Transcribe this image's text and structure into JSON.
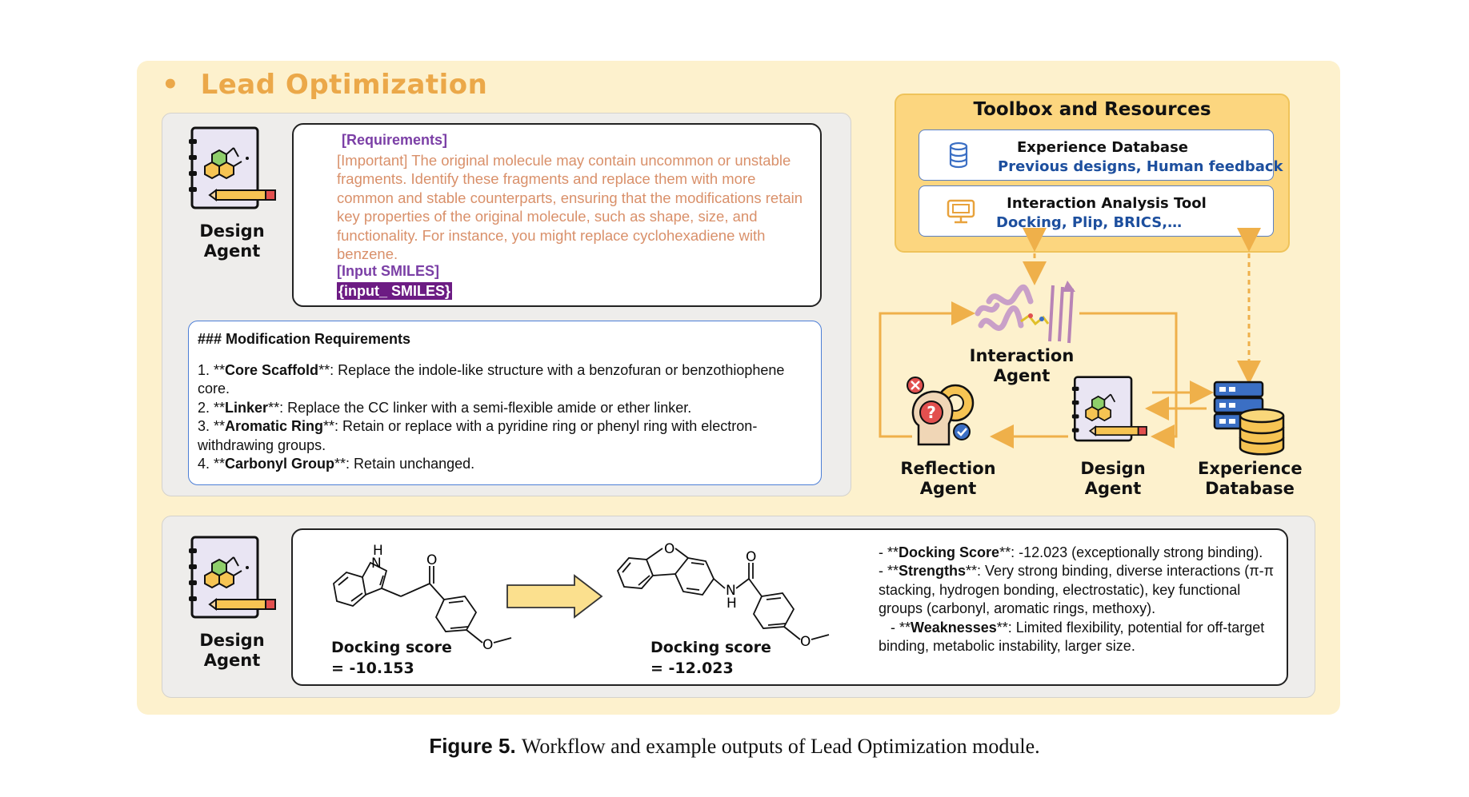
{
  "section": {
    "bullet": "•",
    "title": "Lead Optimization"
  },
  "agents": {
    "design_label": "Design Agent",
    "design_label_line1": "Design",
    "design_label_line2": "Agent",
    "interaction_line1": "Interaction",
    "interaction_line2": "Agent",
    "reflection_line1": "Reflection",
    "reflection_line2": "Agent",
    "expdb_line1": "Experience",
    "expdb_line2": "Database"
  },
  "prompt": {
    "requirements_header": "[Requirements]",
    "requirements_text": "[Important] The original molecule may contain uncommon or unstable fragments. Identify these fragments and replace them with more common and stable counterparts, ensuring that the modifications retain key properties of the original molecule, such as shape, size, and functionality. For instance, you might replace cyclohexadiene with benzene.",
    "input_header": "[Input SMILES]",
    "input_tag": "{input_ SMILES}"
  },
  "modification": {
    "header": "### Modification Requirements",
    "items": [
      {
        "num": "1. **",
        "bold": "Core Scaffold",
        "text": "**: Replace the indole-like structure with a benzofuran or benzothiophene core."
      },
      {
        "num": "2. **",
        "bold": "Linker",
        "text": "**: Replace the CC linker with a semi-flexible amide or ether linker."
      },
      {
        "num": "3. **",
        "bold": "Aromatic Ring",
        "text": "**: Retain or replace with a pyridine ring or phenyl ring with electron-withdrawing groups."
      },
      {
        "num": "4. **",
        "bold": "Carbonyl Group",
        "text": "**: Retain unchanged."
      }
    ]
  },
  "toolbox": {
    "title": "Toolbox and Resources",
    "items": [
      {
        "name": "Experience Database",
        "desc": "Previous designs, Human feedback",
        "icon": "database-icon"
      },
      {
        "name": "Interaction Analysis Tool",
        "desc": "Docking, Plip, BRICS,…",
        "icon": "monitor-icon"
      }
    ]
  },
  "molecules": {
    "original": {
      "atom_nh_h": "H",
      "atom_nh_n": "N",
      "atom_o": "O",
      "atom_ome": "O",
      "score_line1": "Docking score",
      "score_line2": "= -10.153"
    },
    "optimized": {
      "atom_ring_o": "O",
      "atom_o": "O",
      "atom_n": "N",
      "atom_h": "H",
      "atom_ome": "O",
      "score_line1": "Docking score",
      "score_line2": "= -12.023"
    }
  },
  "analysis": {
    "line1_prefix": "- **",
    "line1_bold": "Docking Score",
    "line1_text": "**: -12.023 (exceptionally strong binding).",
    "line2_prefix": "- **",
    "line2_bold": "Strengths",
    "line2_text": "**: Very strong binding, diverse interactions (π-π stacking, hydrogen bonding, electrostatic), key functional groups (carbonyl, aromatic rings, methoxy).",
    "line3_prefix": "   - **",
    "line3_bold": "Weaknesses",
    "line3_text": "**: Limited flexibility, potential for off-target binding, metabolic instability, larger size."
  },
  "caption": {
    "label": "Figure 5.",
    "text": "Workflow and example outputs of Lead Optimization module."
  },
  "colors": {
    "panel_bg": "#fdf1cd",
    "title": "#eba849",
    "arrow": "#efb04a",
    "toolbox_bg": "#fcd67f",
    "purple": "#7b3fa6",
    "prompt_text": "#d9906a",
    "link_blue": "#1d4f9e"
  }
}
